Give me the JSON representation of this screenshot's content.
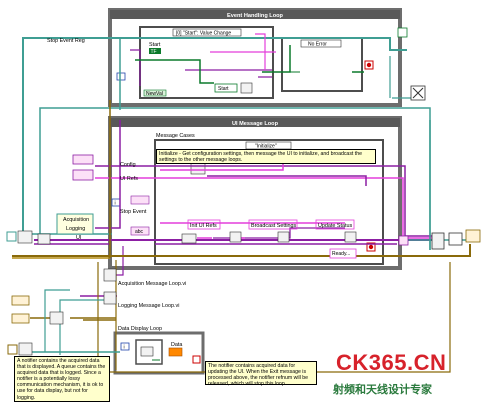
{
  "loops": {
    "event": {
      "title": "Event Handling Loop",
      "case_label": "[0] \"Start\": Value Change",
      "no_error": "No Error",
      "iter": "i"
    },
    "ui": {
      "title": "UI Message Loop",
      "iter": "i"
    },
    "data_display": {
      "title": "Data Display Loop",
      "iter": "i"
    }
  },
  "labels": {
    "stop_event_reg": "Stop Event Reg",
    "config": "Config",
    "ui_refs": "UI Refs",
    "stop_event": "Stop Event",
    "acquisition": "Acquisition",
    "logging": "Logging",
    "ui": "UI",
    "message_cases": "Message Cases",
    "initialize_case": "\"Initialize\"",
    "initialize_comment": "Initialize - Get configuration settings, then message the UI to initialize, and broadcast the settings to the other message loops.",
    "init_ui_refs": "Init UI Refs",
    "broadcast_settings": "Broadcast Settings",
    "update_status": "Update Status",
    "ready": "Ready...",
    "acq_vi": "Acquisition Message Loop.vi",
    "log_vi": "Logging Message Loop.vi",
    "data": "Data",
    "start": "Start",
    "start_ctrl": "Start",
    "newval": "NewVal",
    "tf": "TF",
    "abc": "abc"
  },
  "notes": {
    "left": "A notifier contains the acquired data that is displayed. A queue contains the acquired data that is logged. Since a notifier is a potentially lossy communication mechanism, it is ok to use for data display, but not for logging.",
    "right": "The notifier contains acquired data for updating the UI. When the Exit message is processed above, the notifier refnum will be released, which will stop this loop."
  },
  "watermark": {
    "brand": "CK365.CN",
    "sub": "射频和天线设计专家"
  },
  "colors": {
    "loop_border": "#6d6d6d",
    "loop_header": "#595959",
    "cluster_wire": "#8c1fa3",
    "refnum_wire": "#3f9e93",
    "error_wire": "#8a6a0a",
    "string_wire": "#e43fdb",
    "bool_wire": "#0b7a2b"
  }
}
